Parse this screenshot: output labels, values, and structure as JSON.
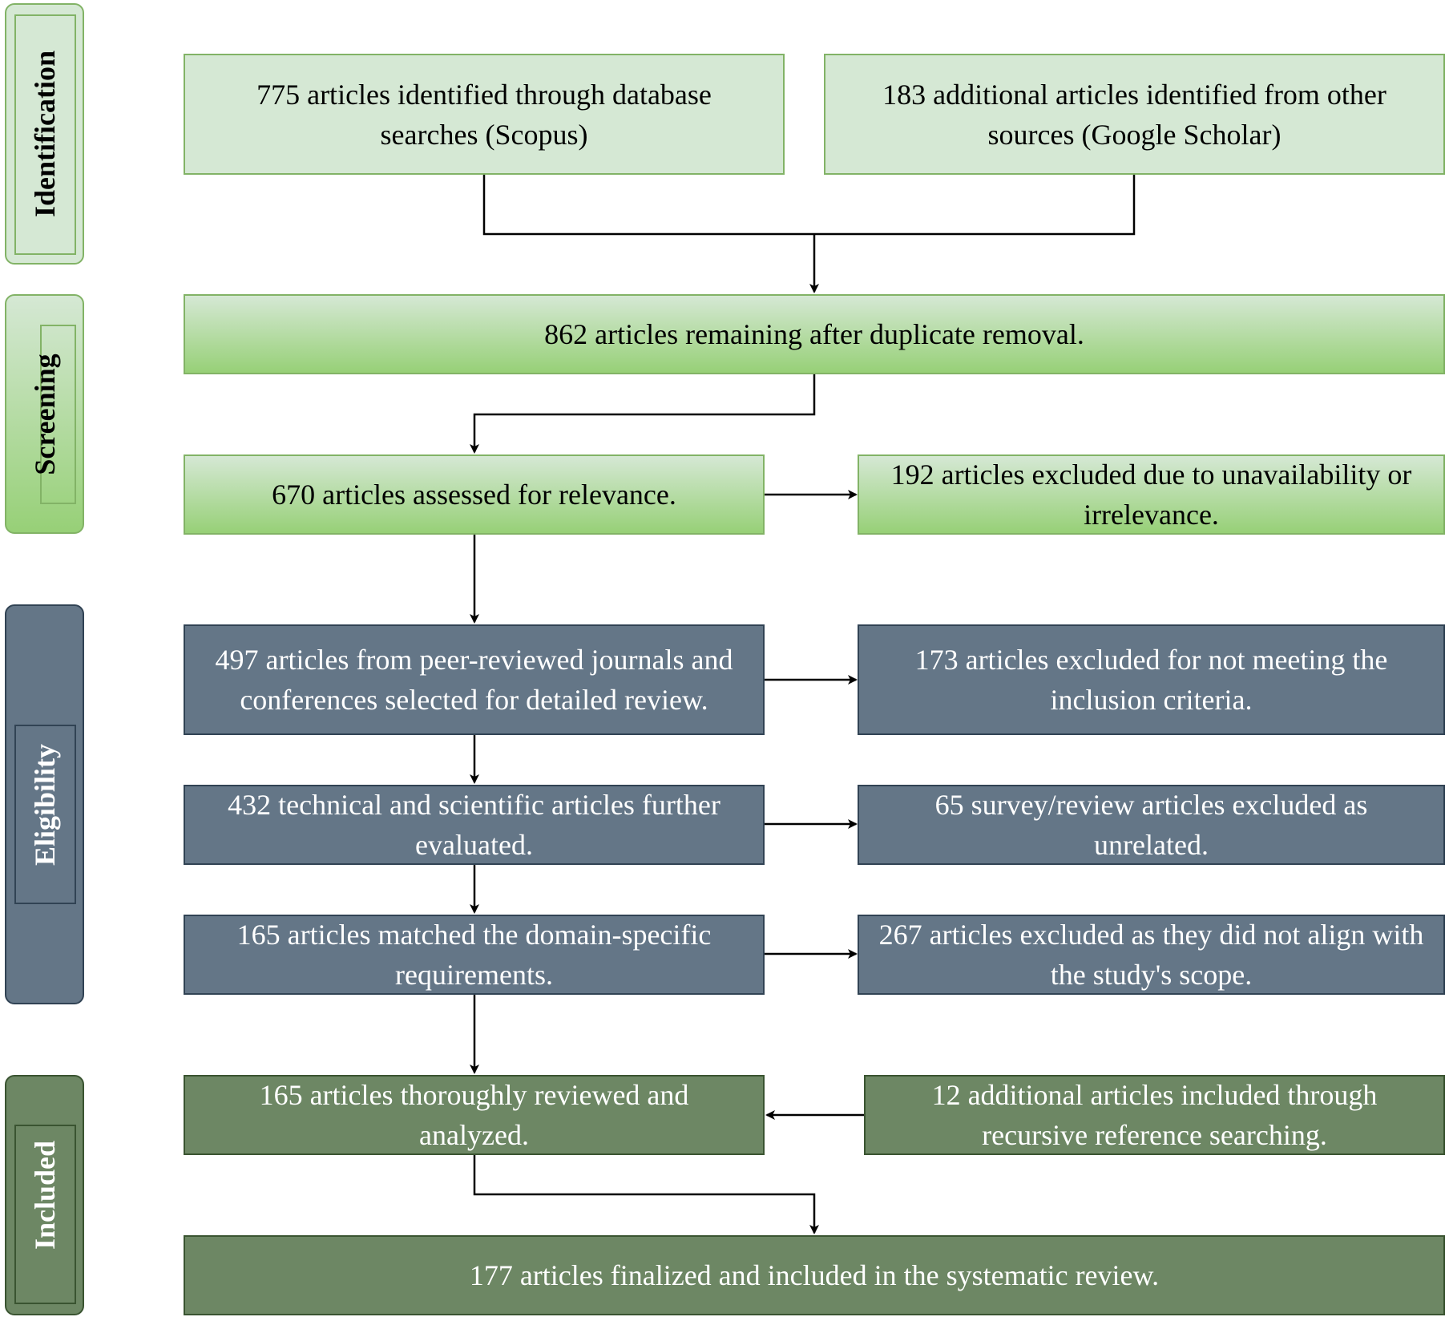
{
  "stages": {
    "identification": "Identification",
    "screening": "Screening",
    "eligibility": "Eligibility",
    "included": "Included"
  },
  "boxes": {
    "db_search": "775 articles identified through database searches (Scopus)",
    "other_sources": "183 additional articles identified from other sources (Google Scholar)",
    "after_duplicates": "862 articles remaining after duplicate removal.",
    "assessed_relevance": "670 articles assessed for relevance.",
    "excluded_unavailable": "192 articles excluded due to unavailability or irrelevance.",
    "peer_reviewed": "497 articles from peer-reviewed journals and conferences selected for detailed review.",
    "excluded_inclusion": "173 articles excluded for not meeting the inclusion criteria.",
    "technical_scientific": "432 technical and scientific articles further evaluated.",
    "excluded_survey": "65 survey/review articles excluded as unrelated.",
    "domain_specific": "165 articles matched the domain-specific requirements.",
    "excluded_scope": "267 articles excluded as they did not align with the study's scope.",
    "thoroughly_reviewed": "165 articles thoroughly reviewed and analyzed.",
    "recursive_reference": "12 additional articles included through recursive reference searching.",
    "finalized": "177 articles finalized and included in the systematic review."
  },
  "colors": {
    "identification_fill": "#d5e8d4",
    "screening_fill_end": "#97d077",
    "eligibility_fill": "#647687",
    "included_fill": "#6d8764"
  }
}
